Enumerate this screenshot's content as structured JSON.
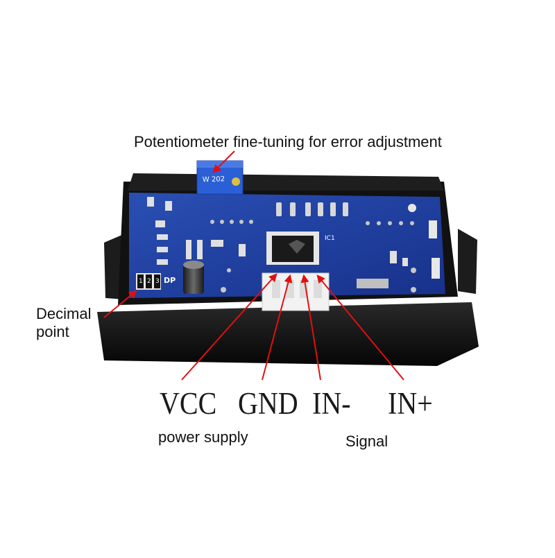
{
  "annotations": {
    "potentiometer": "Potentiometer fine-tuning for error adjustment",
    "decimal_point_line1": "Decimal",
    "decimal_point_line2": "point",
    "power_supply": "power supply",
    "signal": "Signal"
  },
  "pins": {
    "vcc": "VCC",
    "gnd": "GND",
    "in_minus": "IN-",
    "in_plus": "IN+"
  },
  "board_marks": {
    "dp_header": "DP",
    "dp_pins": [
      "1",
      "2",
      "3"
    ],
    "pot_label": "W 202",
    "ic_label": "IC1"
  },
  "colors": {
    "pcb_blue": "#1f3f9e",
    "bezel_black": "#0e0e0e",
    "arrow_red": "#e01010",
    "connector_white": "#f2f2f2"
  }
}
